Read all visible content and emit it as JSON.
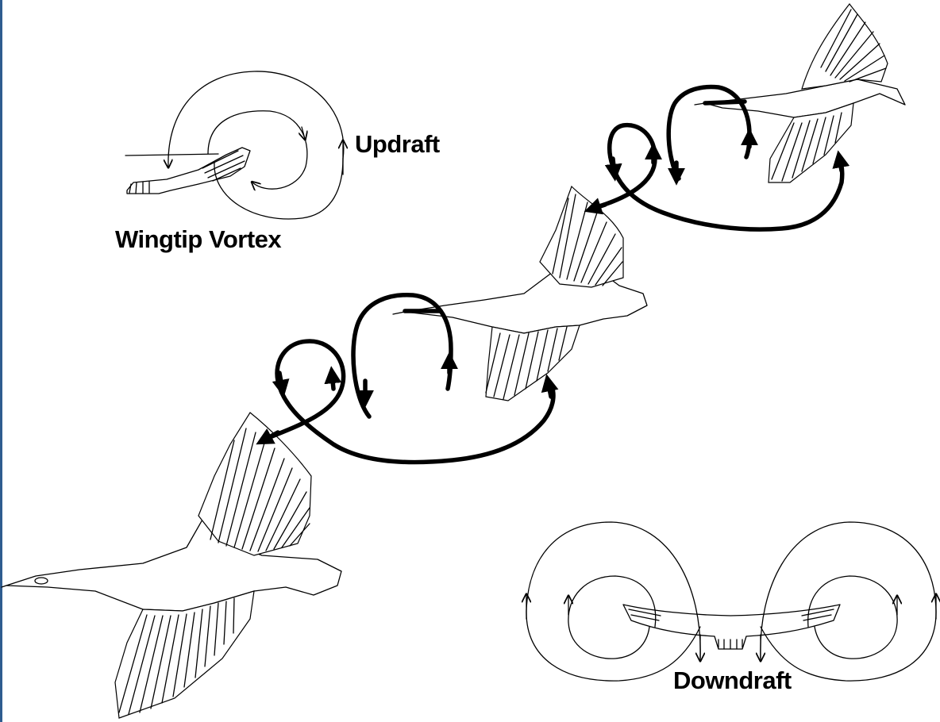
{
  "labels": {
    "updraft": "Updraft",
    "wingtip_vortex": "Wingtip Vortex",
    "downdraft": "Downdraft"
  },
  "colors": {
    "background": "#ffffff",
    "ink": "#000000",
    "frame_border": "#2f5c8f"
  },
  "figure": {
    "birds_in_formation": 3,
    "vortex_arrows_between_birds": 2
  }
}
